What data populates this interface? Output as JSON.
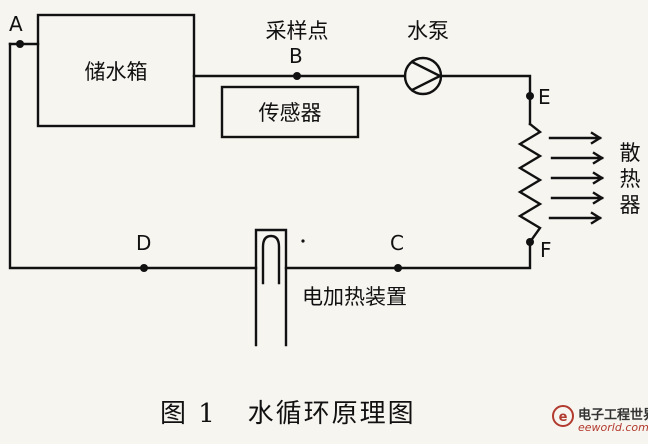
{
  "nodes": {
    "A": "A",
    "B": "B",
    "C": "C",
    "D": "D",
    "E": "E",
    "F": "F"
  },
  "components": {
    "tank": "储水箱",
    "sampling_point": "采样点",
    "pump": "水泵",
    "sensor": "传感器",
    "heater": "电加热装置",
    "radiator": [
      "散",
      "热",
      "器"
    ]
  },
  "caption": "图 1   水循环原理图",
  "watermark": {
    "line1": "电子工程世界",
    "line2": "eeworld.com.cn"
  },
  "colors": {
    "line": "#111111",
    "background": "#f7f5f0",
    "watermark": "#b23a2e"
  }
}
